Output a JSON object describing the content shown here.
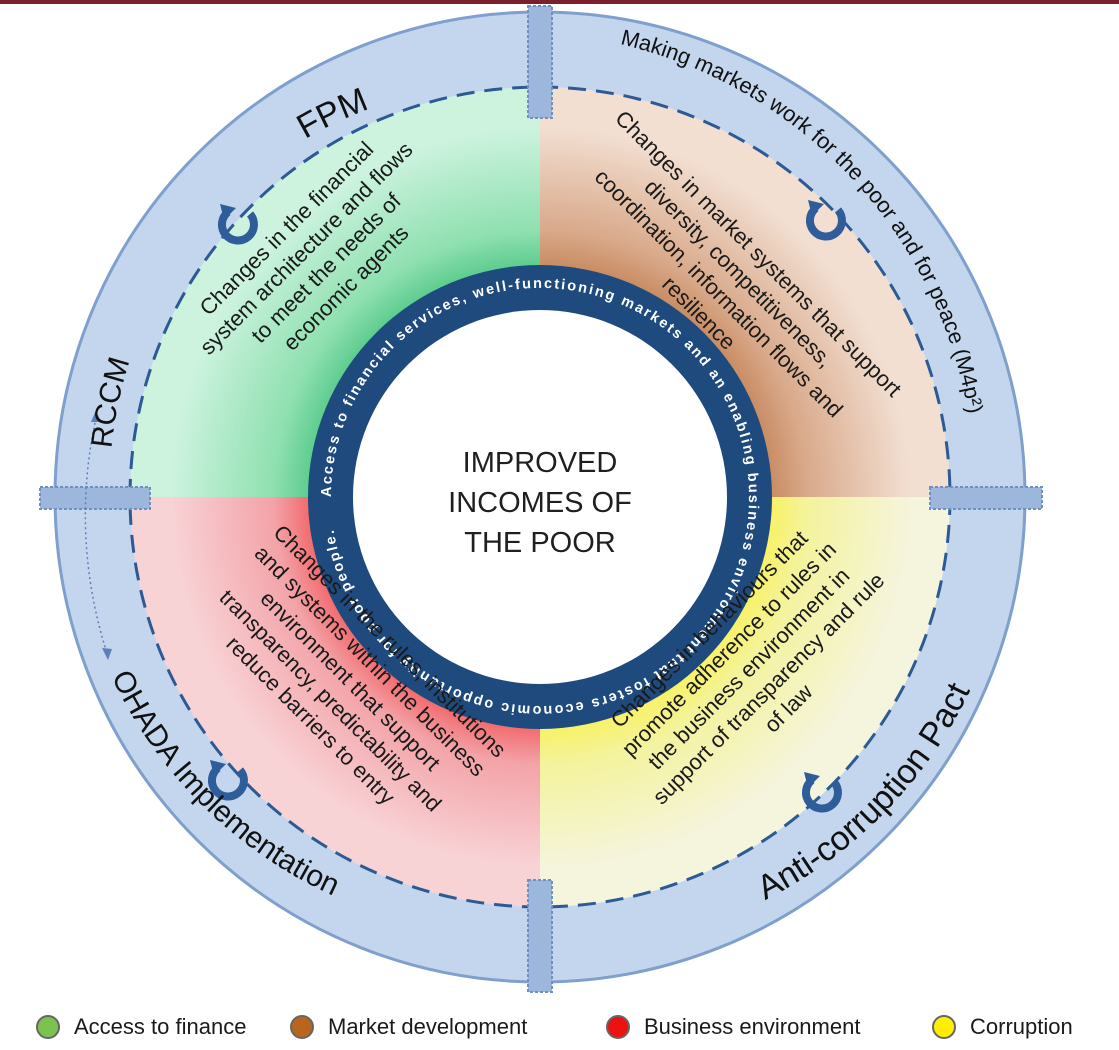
{
  "center": {
    "lines": [
      "IMPROVED",
      "INCOMES OF",
      "THE POOR"
    ]
  },
  "ring_text": "Access to financial services, well-functioning markets and an enabling business environment that fosters economic opportunity for poor people.",
  "quadrants": {
    "finance": {
      "label": "FPM",
      "lines": [
        "Changes in the financial",
        "system architecture and flows",
        "to meet the needs of",
        "economic agents"
      ]
    },
    "markets": {
      "label": "Making markets work for the poor and for peace (M4p²)",
      "lines": [
        "Changes in market systems that support",
        "diversity, competitiveness,",
        "coordination, information flows and",
        "resilience"
      ]
    },
    "business": {
      "label": "OHADA Implementation",
      "lines": [
        "Changes in the rules, institutions",
        "and systems within the business",
        "environment that support",
        "transparency, predictability and",
        "reduce barriers to entry"
      ]
    },
    "corruption": {
      "label": "Anti-corruption Pact",
      "lines": [
        "Changes in behaviours that",
        "promote adherence to rules in",
        "the business environment in",
        "support of transparency and rule",
        "of law"
      ]
    }
  },
  "side_labels": {
    "left": "RCCM"
  },
  "legend": [
    {
      "label": "Access to finance",
      "color": "#7cc24f"
    },
    {
      "label": "Market development",
      "color": "#b8651e"
    },
    {
      "label": "Business environment",
      "color": "#ee1111"
    },
    {
      "label": "Corruption",
      "color": "#ffee00"
    }
  ],
  "icons": [
    "cycle-arrow-icon"
  ]
}
